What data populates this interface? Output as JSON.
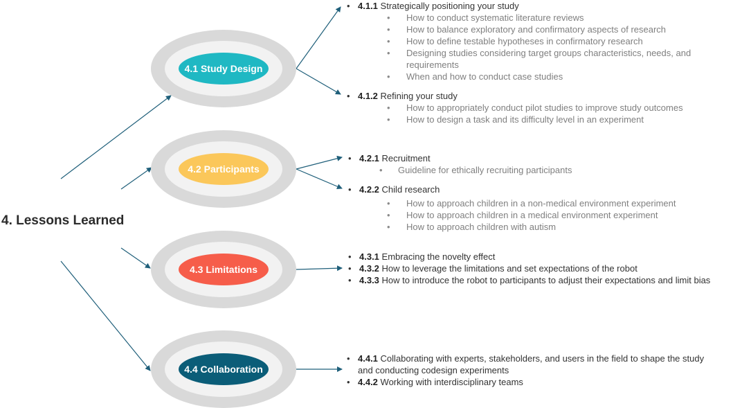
{
  "root": {
    "title": "4. Lessons Learned"
  },
  "colors": {
    "arrow": "#1f5f7a",
    "ring_outer": "#d9d9d9",
    "ring_inner": "#f2f2f2",
    "study_design": "#1fb8c3",
    "participants": "#fbc75a",
    "limitations": "#f65d4a",
    "collaboration": "#0b5d78"
  },
  "nodes": [
    {
      "label": "4.1 Study Design",
      "items": [
        {
          "num": "4.1.1",
          "text": "Strategically positioning your study",
          "subs": [
            "How to conduct systematic literature reviews",
            "How to balance exploratory and confirmatory aspects of research",
            "How to define testable hypotheses in confirmatory research",
            "Designing studies considering target groups characteristics, needs, and requirements",
            "When and how to conduct case studies"
          ]
        },
        {
          "num": "4.1.2",
          "text": "Refining your study",
          "subs": [
            "How to appropriately conduct pilot studies to improve study outcomes",
            "How to design a task and its difficulty level in an experiment"
          ]
        }
      ]
    },
    {
      "label": "4.2 Participants",
      "items": [
        {
          "num": "4.2.1",
          "text": "Recruitment",
          "subs": [
            "Guideline for ethically recruiting participants"
          ]
        },
        {
          "num": "4.2.2",
          "text": "Child research",
          "subs": [
            "How to approach children in a non-medical environment experiment",
            "How to approach children in a medical environment experiment",
            "How to approach children with autism"
          ]
        }
      ]
    },
    {
      "label": "4.3 Limitations",
      "items": [
        {
          "num": "4.3.1",
          "text": "Embracing the novelty effect"
        },
        {
          "num": "4.3.2",
          "text": "How to leverage the limitations and set expectations of the robot"
        },
        {
          "num": "4.3.3",
          "text": "How to introduce the robot to participants to adjust their expectations and limit bias"
        }
      ]
    },
    {
      "label": "4.4 Collaboration",
      "items": [
        {
          "num": "4.4.1",
          "text": "Collaborating with experts, stakeholders, and users in the field to shape the study and conducting codesign experiments"
        },
        {
          "num": "4.4.2",
          "text": "Working with interdisciplinary teams"
        }
      ]
    }
  ]
}
